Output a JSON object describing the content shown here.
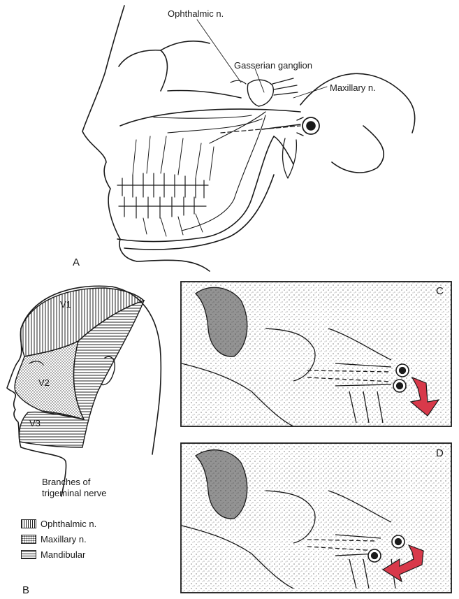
{
  "panels": {
    "a": "A",
    "b": "B",
    "c": "C",
    "d": "D"
  },
  "labels": {
    "ophthalmic": "Ophthalmic n.",
    "gasserian": "Gasserian ganglion",
    "maxillary": "Maxillary n.",
    "v1": "V1",
    "v2": "V2",
    "v3": "V3",
    "branches_line1": "Branches of",
    "branches_line2": "trigeminal nerve"
  },
  "legend": [
    {
      "label": "Ophthalmic n.",
      "pattern": "vertical-lines"
    },
    {
      "label": "Maxillary n.",
      "pattern": "dots"
    },
    {
      "label": "Mandibular",
      "pattern": "horizontal-lines"
    }
  ],
  "colors": {
    "arrow": "#d8394a",
    "ink": "#1a1a1a"
  }
}
